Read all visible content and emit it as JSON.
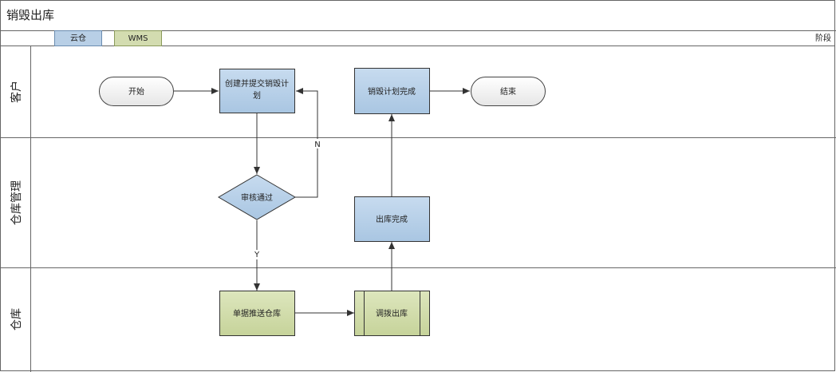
{
  "diagram": {
    "title": "销毁出库",
    "phase_label": "阶段",
    "legend": [
      {
        "label": "云仓",
        "color": "#b8cfe6"
      },
      {
        "label": "WMS",
        "color": "#d3dcb0"
      }
    ],
    "lanes": [
      {
        "label": "客户"
      },
      {
        "label": "仓库管理"
      },
      {
        "label": "仓库"
      }
    ],
    "nodes": {
      "start": "开始",
      "create_plan_line1": "创建并提交销毁计",
      "create_plan_line2": "划",
      "review": "审核通过",
      "push_to_warehouse": "单据推送仓库",
      "transfer_out": "调拨出库",
      "outbound_done": "出库完成",
      "plan_done": "销毁计划完成",
      "end": "结束"
    },
    "edge_labels": {
      "no": "N",
      "yes": "Y"
    }
  }
}
